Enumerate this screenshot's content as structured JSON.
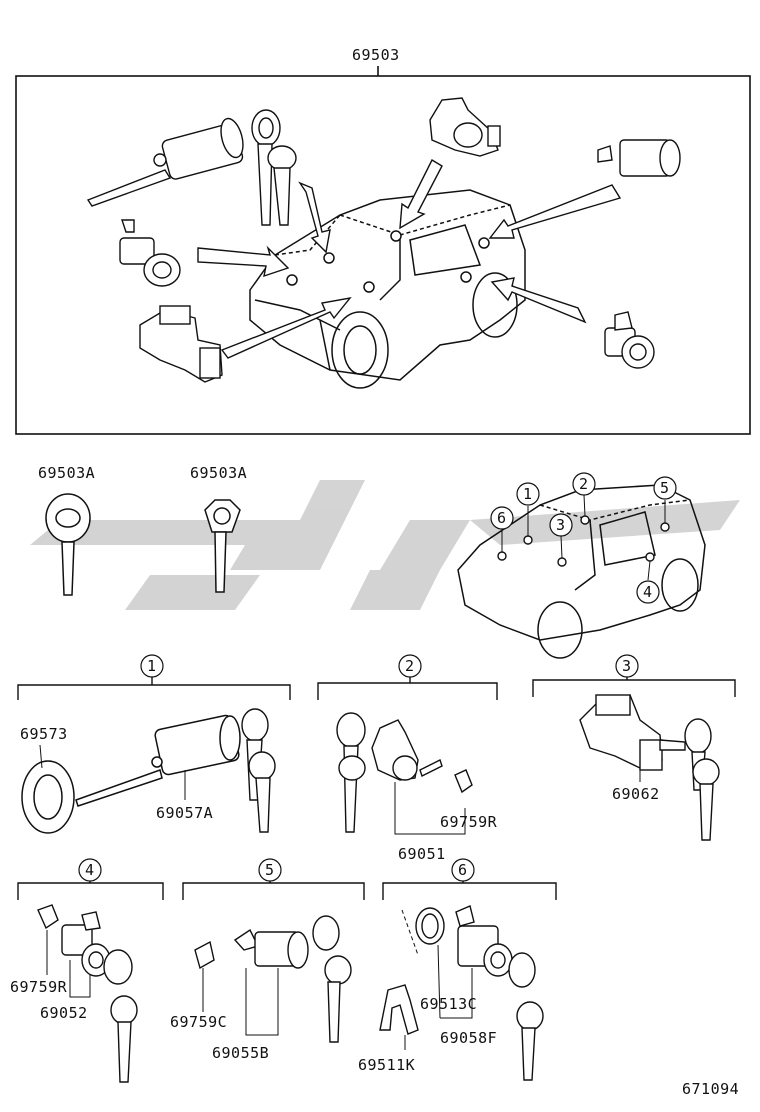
{
  "main_assembly": {
    "part_number": "69503"
  },
  "keys": [
    {
      "part_number": "69503A"
    },
    {
      "part_number": "69503A"
    }
  ],
  "groups": [
    {
      "number": "1",
      "parts": [
        "69573",
        "69057A"
      ]
    },
    {
      "number": "2",
      "parts": [
        "69759R",
        "69051"
      ]
    },
    {
      "number": "3",
      "parts": [
        "69062"
      ]
    },
    {
      "number": "4",
      "parts": [
        "69759R",
        "69052"
      ]
    },
    {
      "number": "5",
      "parts": [
        "69759C",
        "69055B"
      ]
    },
    {
      "number": "6",
      "parts": [
        "69513C",
        "69058F",
        "69511K"
      ]
    }
  ],
  "car_callouts": [
    "1",
    "2",
    "3",
    "4",
    "5",
    "6"
  ],
  "diagram_number": "671094",
  "watermark": {
    "color": "#c8c8c8"
  }
}
